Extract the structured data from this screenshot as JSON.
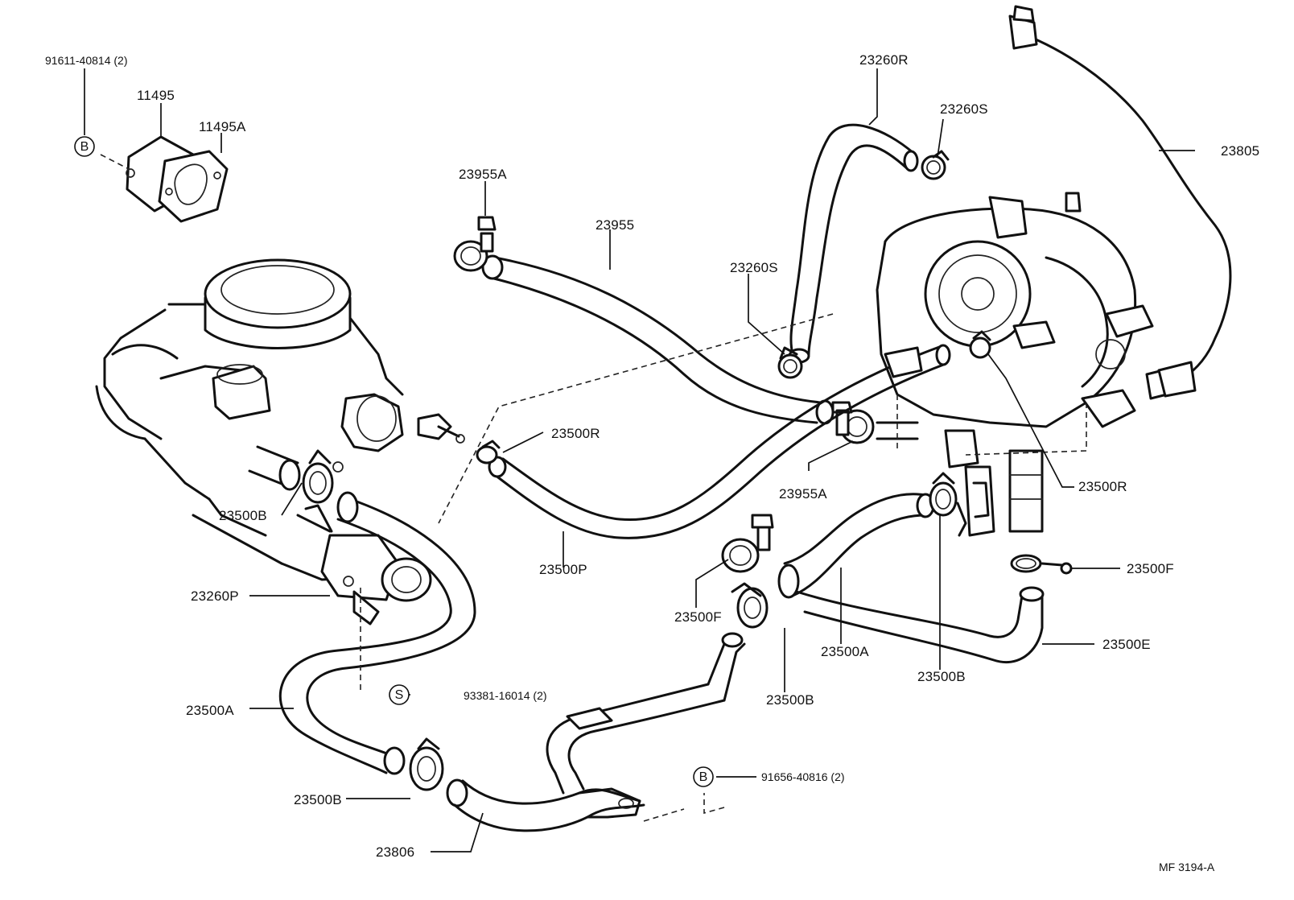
{
  "labels": {
    "p91611": "91611-40814 (2)",
    "p11495": "11495",
    "p11495A": "11495A",
    "p23955A_top": "23955A",
    "p23955": "23955",
    "p23260R": "23260R",
    "p23260S_top": "23260S",
    "p23805": "23805",
    "p23260S_mid": "23260S",
    "p23500R_mid": "23500R",
    "p23955A_mid": "23955A",
    "p23500R_right": "23500R",
    "p23500B_left": "23500B",
    "p23500P": "23500P",
    "p23260P": "23260P",
    "p23500F_right": "23500F",
    "p23500F_mid": "23500F",
    "p23500A_mid": "23500A",
    "p23500E": "23500E",
    "p23500B_right": "23500B",
    "p23500B_center": "23500B",
    "p93381": "93381-16014 (2)",
    "p23500A_left": "23500A",
    "p23500B_bottom": "23500B",
    "p91656": "91656-40816 (2)",
    "p23806": "23806",
    "figure_id": "MF  3194-A"
  },
  "symbols": {
    "b_top": "B",
    "s_mid": "S",
    "b_bottom": "B"
  }
}
